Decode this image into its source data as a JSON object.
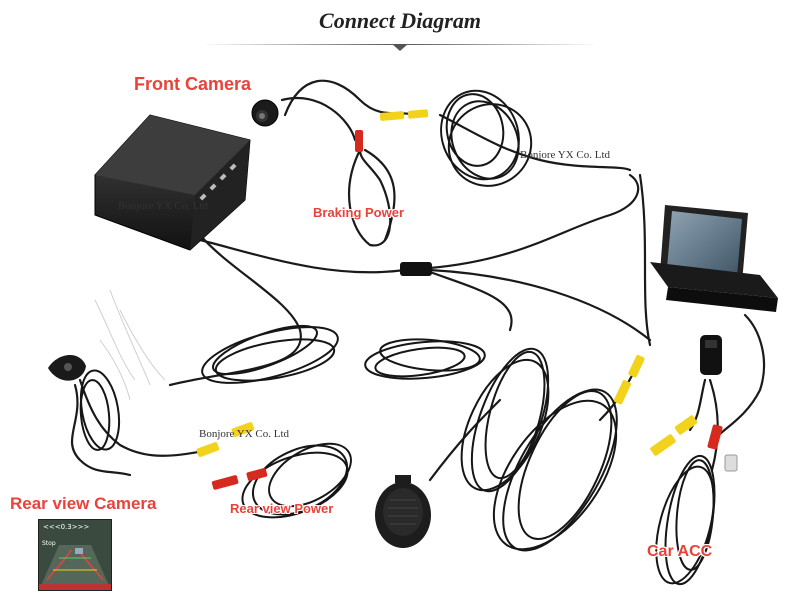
{
  "title": "Connect Diagram",
  "labels": {
    "front_camera": "Front Camera",
    "braking_power": "Braking Power",
    "rear_view_camera": "Rear view Camera",
    "rear_view_power": "Rear view Power",
    "car_acc": "Car ACC"
  },
  "watermarks": {
    "top": "Bonjore YX Co. Ltd",
    "middle": "Bonjore YX Co. Ltd",
    "left": "Bonjore YX Co. Ltd"
  },
  "preview": {
    "scale_text": "<<<0.3>>>",
    "stop_text": "Stop"
  },
  "colors": {
    "label_red": "#e8433a",
    "connector_yellow": "#f2d21b",
    "connector_red": "#d62a1e",
    "cable": "#1a1a1a"
  }
}
